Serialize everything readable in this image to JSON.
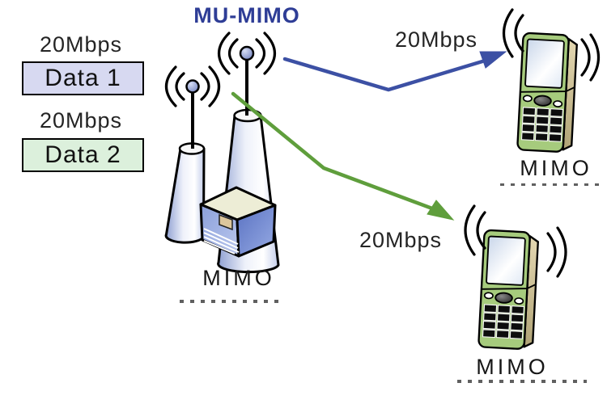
{
  "title": "MU-MIMO",
  "inputs": {
    "stream1": {
      "rate": "20Mbps",
      "label": "Data 1",
      "fill": "#d7d9f1"
    },
    "stream2": {
      "rate": "20Mbps",
      "label": "Data 2",
      "fill": "#dcf0dc"
    }
  },
  "station": {
    "label": "MIMO"
  },
  "handsets": {
    "top": {
      "label": "MIMO",
      "link_rate": "20Mbps",
      "link_color": "#3c50a4"
    },
    "bottom": {
      "label": "MIMO",
      "link_rate": "20Mbps",
      "link_color": "#5f9e3c"
    }
  },
  "colors": {
    "title_blue": "#2e3d96",
    "arrow_blue": "#3c50a4",
    "arrow_green": "#5f9e3c",
    "phone_green": "#a6cb7d",
    "phone_side_tan": "#d5c69b",
    "cone_periwinkle": "#aab8e0",
    "box_blue": "#7c92d4"
  }
}
